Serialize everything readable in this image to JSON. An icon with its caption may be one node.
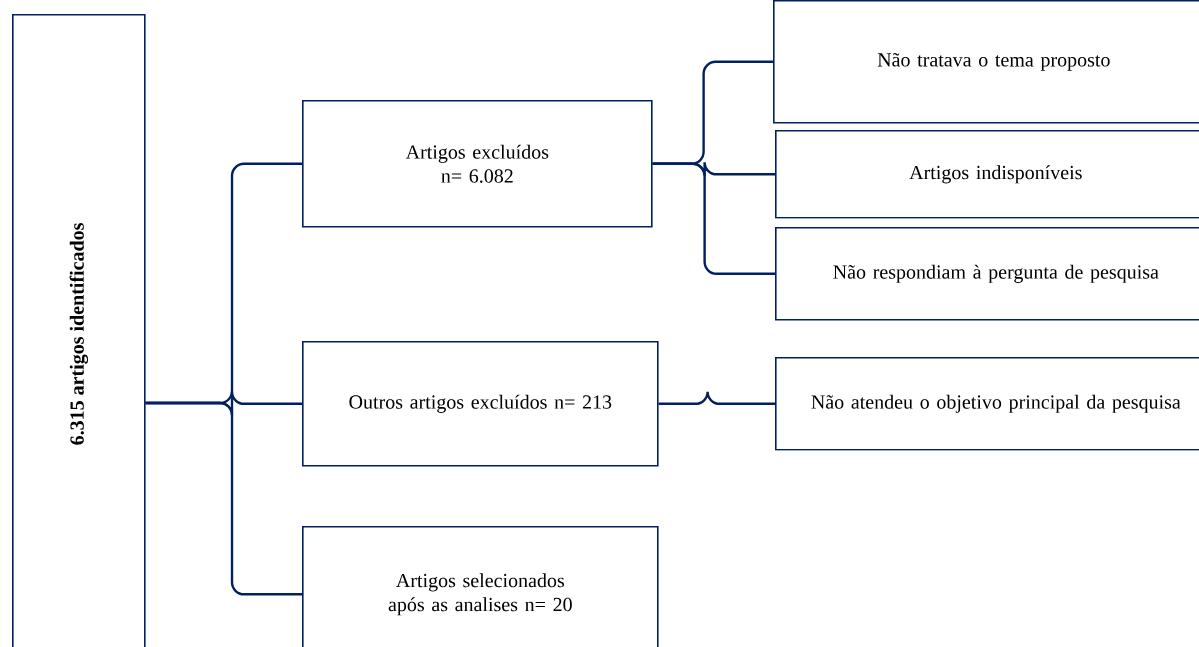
{
  "diagram": {
    "nodes": [
      {
        "text": [
          "6.315 artigos identificados"
        ]
      },
      {
        "text": [
          "Artigos excluídos n= 6.082"
        ]
      },
      {
        "text": [
          "Outros artigos excluídos n= 213"
        ]
      },
      {
        "text": [
          "Artigos selecionados após as analises n= 20"
        ]
      },
      {
        "text": [
          "Não tratava o tema proposto"
        ]
      },
      {
        "text": [
          "Artigos indisponíveis"
        ]
      },
      {
        "text": [
          "Não respondiam à pergunta de pesquisa"
        ]
      },
      {
        "text": [
          "Não atendeu o objetivo principal da pesquisa"
        ]
      }
    ],
    "edges": [
      {
        "from": 0,
        "to": 1,
        "arrow": "none"
      },
      {
        "from": 0,
        "to": 2,
        "arrow": "none"
      },
      {
        "from": 0,
        "to": 3,
        "arrow": "none"
      },
      {
        "from": 1,
        "to": 4,
        "arrow": "none"
      },
      {
        "from": 1,
        "to": 5,
        "arrow": "none"
      },
      {
        "from": 1,
        "to": 6,
        "arrow": "none"
      },
      {
        "from": 2,
        "to": 7,
        "arrow": "none"
      }
    ]
  }
}
